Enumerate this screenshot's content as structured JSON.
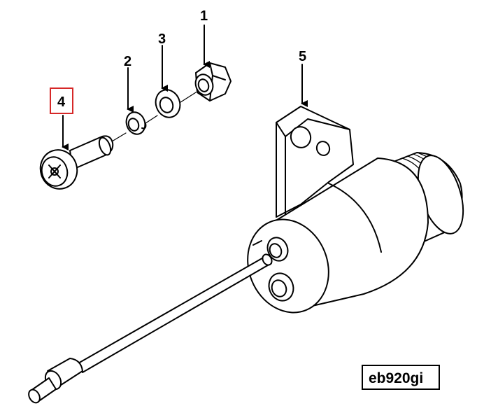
{
  "callouts": [
    {
      "number": "1"
    },
    {
      "number": "2"
    },
    {
      "number": "3"
    },
    {
      "number": "4",
      "highlighted": true
    },
    {
      "number": "5"
    }
  ],
  "reference_code": "eb920gi",
  "colors": {
    "line": "#000000",
    "background": "#ffffff",
    "highlight_box": "#d62828"
  }
}
